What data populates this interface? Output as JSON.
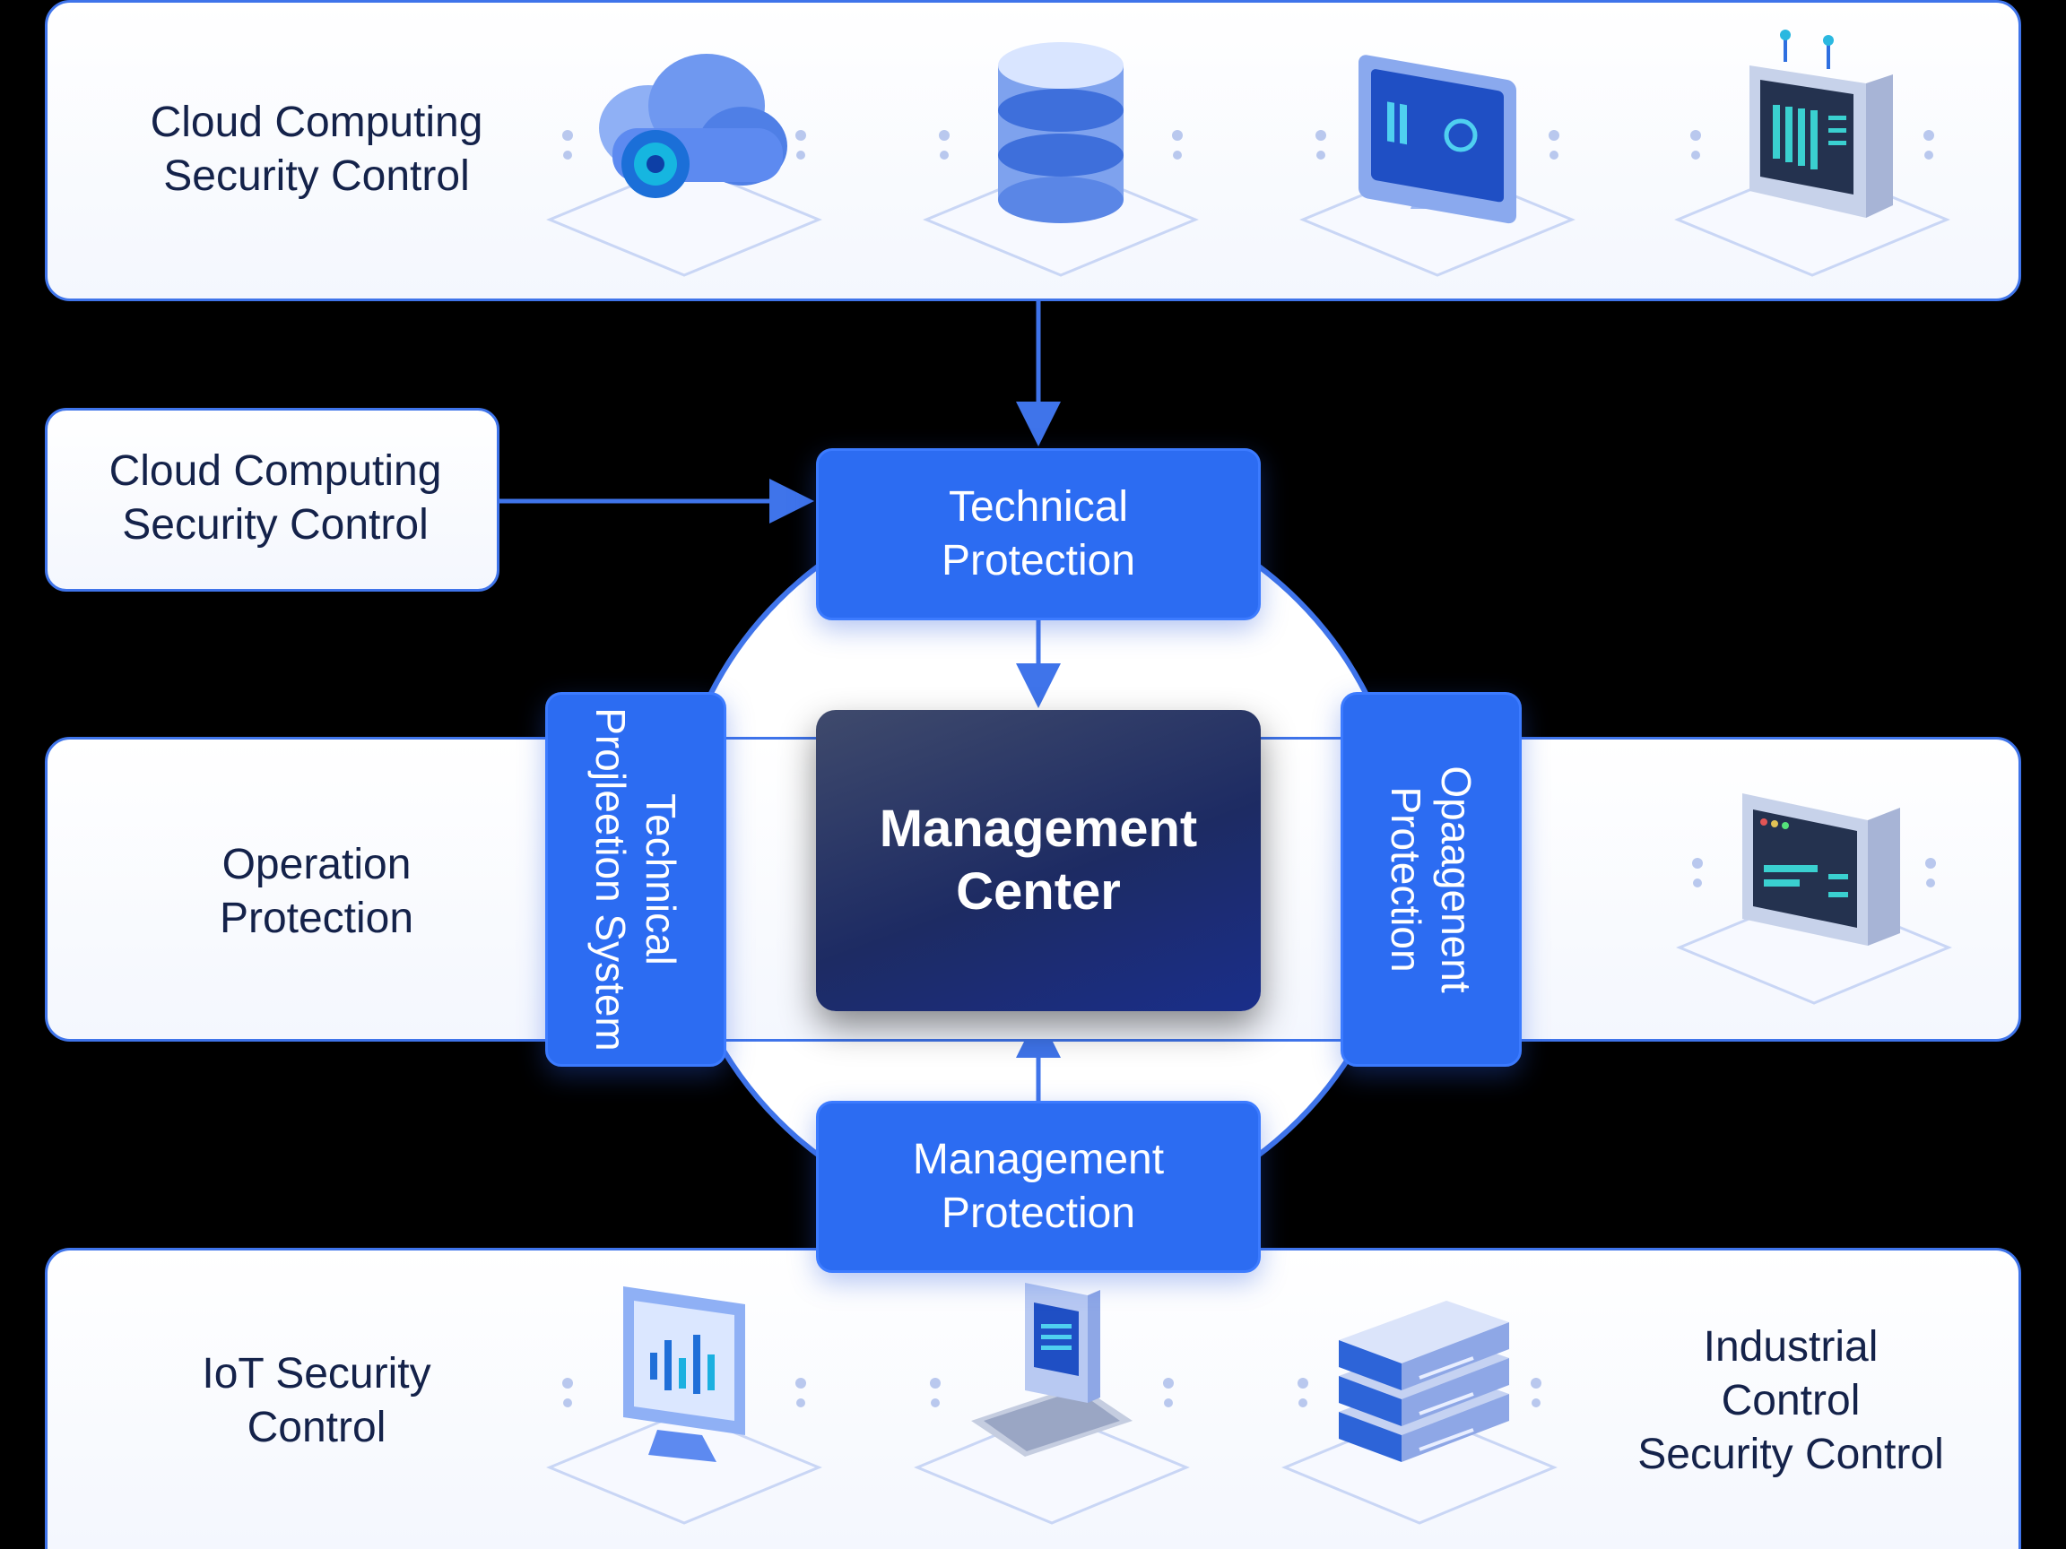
{
  "diagram": {
    "top_panel": {
      "label": "Cloud Computing\nSecurity Control",
      "icons": [
        "cloud-security-icon",
        "database-icon",
        "monitor-icon",
        "server-rack-icon"
      ]
    },
    "left_box": {
      "label": "Cloud Computing\nSecurity Control"
    },
    "middle_panel": {
      "label": "Operation\nProtection",
      "icons": [
        "server-screen-icon"
      ]
    },
    "bottom_panel": {
      "label_left": "IoT Security\nControl",
      "label_right": "Industrial\nControl\nSecurity Control",
      "icons": [
        "analytics-monitor-icon",
        "workstation-icon",
        "server-stack-icon"
      ]
    },
    "nodes": {
      "top": "Technical\nProtection",
      "left": "Technical\nProjleetion System",
      "right": "Opaagenent\nProtection",
      "bottom": "Management\nProtection",
      "center": "Management\nCenter"
    },
    "colors": {
      "background": "#000000",
      "accent": "#2c6cf2",
      "panel_border": "#3f74ea",
      "center_dark": "#1d2b63",
      "label_text": "#14224a"
    }
  }
}
